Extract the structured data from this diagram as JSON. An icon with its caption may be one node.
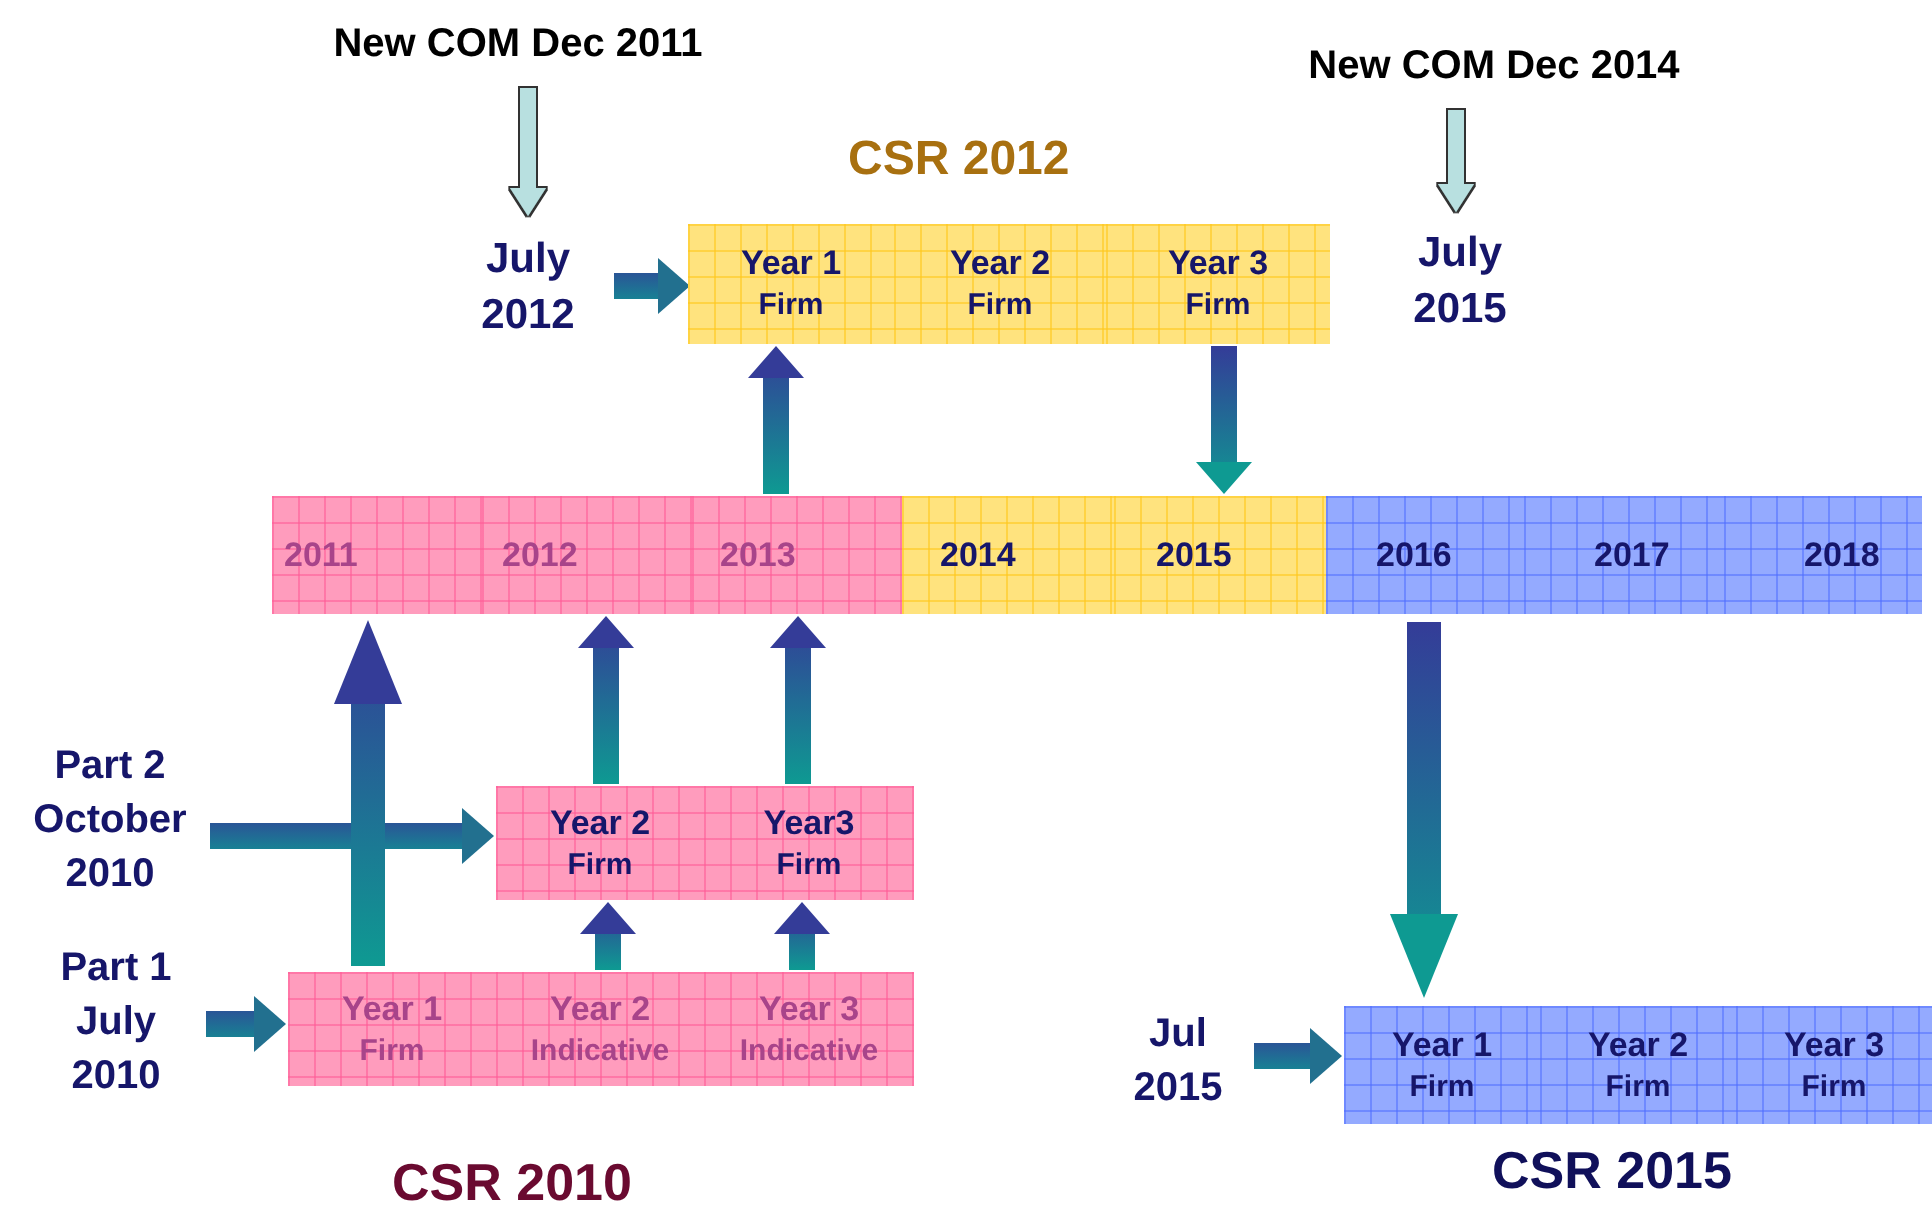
{
  "diagram": {
    "nodes": [
      {
        "text": [
          "New COM Dec 2011"
        ]
      },
      {
        "text": [
          "July 2012"
        ]
      },
      {
        "text": [],
        "shape": "box"
      },
      {
        "text": [
          "Year 1",
          "Firm"
        ],
        "in": 2
      },
      {
        "text": [
          "Year 2",
          "Firm"
        ],
        "in": 2
      },
      {
        "text": [
          "Year 3",
          "Firm"
        ],
        "in": 2
      },
      {
        "text": [
          "New COM Dec 2014"
        ]
      },
      {
        "text": [
          "July 2015"
        ]
      },
      {
        "text": [
          "2011"
        ]
      },
      {
        "text": [
          "2012"
        ]
      },
      {
        "text": [
          "2013"
        ]
      },
      {
        "text": [
          "2014"
        ]
      },
      {
        "text": [
          "2015"
        ]
      },
      {
        "text": [
          "2016"
        ]
      },
      {
        "text": [
          "2017"
        ]
      },
      {
        "text": [
          "2018"
        ]
      },
      {
        "text": [
          "Part 2 October 2010"
        ]
      },
      {
        "text": [],
        "shape": "box"
      },
      {
        "text": [
          "Year 2",
          "Firm"
        ],
        "in": 17
      },
      {
        "text": [
          "Year3",
          "Firm"
        ],
        "in": 17
      },
      {
        "text": [
          "Part 1 July 2010"
        ]
      },
      {
        "text": [],
        "shape": "box"
      },
      {
        "text": [
          "Year 1",
          "Firm"
        ],
        "in": 21
      },
      {
        "text": [
          "Year 2",
          "Indicative"
        ],
        "in": 21
      },
      {
        "text": [
          "Year 3",
          "Indicative"
        ],
        "in": 21
      },
      {
        "text": [
          "Jul 2015"
        ]
      },
      {
        "text": [
          "CSR 2015"
        ]
      },
      {
        "text": [
          "Year 1",
          "Firm"
        ],
        "in": 26
      },
      {
        "text": [
          "Year 2",
          "Firm"
        ],
        "in": 26
      },
      {
        "text": [
          "Year 3",
          "Firm"
        ],
        "in": 26
      }
    ],
    "edges": [
      {
        "from": 0,
        "to": 1,
        "arrow": "to",
        "color": "#b8e0e0"
      },
      {
        "from": 6,
        "to": 7,
        "arrow": "to",
        "color": "#b8e0e0"
      },
      {
        "from": 1,
        "to": 2,
        "arrow": "to"
      },
      {
        "from": 10,
        "to": 3,
        "arrow": "to"
      },
      {
        "from": 5,
        "to": 12,
        "arrow": "to"
      },
      {
        "from": 13,
        "to": 27,
        "arrow": "to",
        "style": "thick"
      },
      {
        "from": 16,
        "to": 17,
        "arrow": "to"
      },
      {
        "from": 20,
        "to": 21,
        "arrow": "to"
      },
      {
        "from": 22,
        "to": 8,
        "arrow": "to",
        "style": "thick"
      },
      {
        "from": 18,
        "to": 9,
        "arrow": "to"
      },
      {
        "from": 19,
        "to": 10,
        "arrow": "to"
      },
      {
        "from": 23,
        "to": 18,
        "arrow": "to"
      },
      {
        "from": 24,
        "to": 19,
        "arrow": "to"
      },
      {
        "from": 25,
        "to": 26,
        "arrow": "to"
      }
    ],
    "labels": [
      "CSR 2012",
      "CSR 2010"
    ]
  }
}
